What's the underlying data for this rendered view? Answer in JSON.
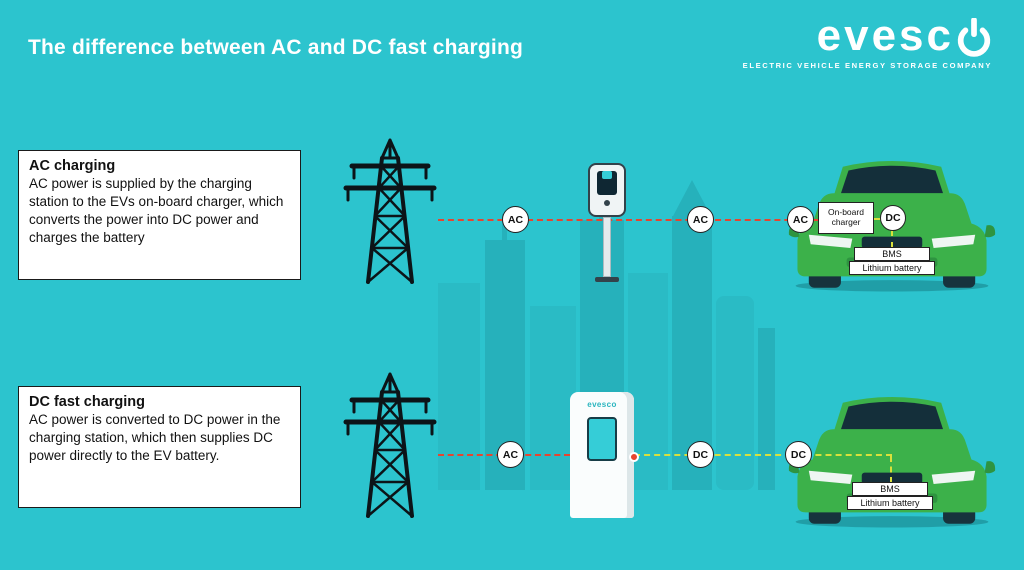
{
  "header": {
    "title": "The difference between AC and DC fast charging",
    "logo": {
      "text": "evesc",
      "o_icon": "power-icon",
      "tagline": "ELECTRIC VEHICLE ENERGY STORAGE COMPANY"
    }
  },
  "ac_row": {
    "box_title": "AC charging",
    "box_text": "AC power is supplied by the charging station to the EVs on-board charger, which converts the power into DC power and charges the battery",
    "node1": "AC",
    "node2": "AC",
    "node3": "AC",
    "car": {
      "onboard_label": "On-board charger",
      "dc_node": "DC",
      "bms_label": "BMS",
      "battery_label": "Lithium battery"
    }
  },
  "dc_row": {
    "box_title": "DC fast charging",
    "box_text": "AC power is converted to DC power in the charging station, which then supplies DC power directly to the EV battery.",
    "node1": "AC",
    "node2": "DC",
    "node3": "DC",
    "station_brand": "evesco",
    "car": {
      "bms_label": "BMS",
      "battery_label": "Lithium battery"
    }
  },
  "colors": {
    "background": "#2cc4ce",
    "skyline": "#28b6c0",
    "car_green": "#3cb14a",
    "ac_line": "#e8452f",
    "dc_line": "#d9e03c"
  }
}
